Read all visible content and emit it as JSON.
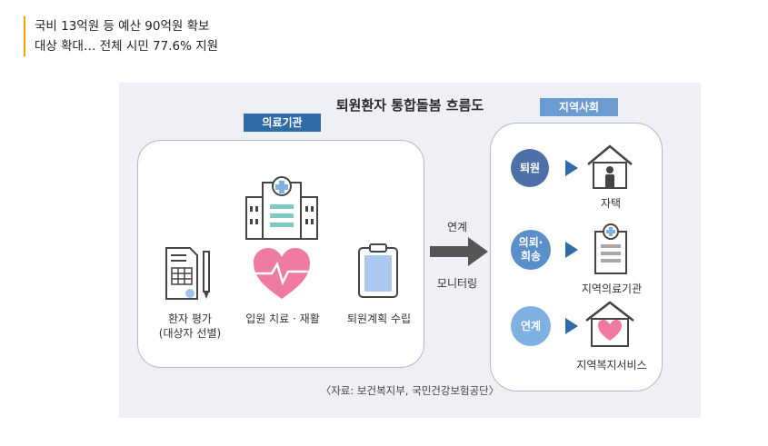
{
  "headline": {
    "line1": "국비 13억원 등 예산 90억원 확보",
    "line2": "대상 확대… 전체 시민 77.6% 지원"
  },
  "diagram": {
    "title": "퇴원환자 통합돌봄 흐름도",
    "medical": {
      "tag": "의료기관",
      "steps": [
        {
          "label": "환자 평가",
          "sub": "(대상자 선별)",
          "icon": "checklist-icon"
        },
        {
          "label": "입원 치료 · 재활",
          "icon": "hospital-heart-icon"
        },
        {
          "label": "퇴원계획 수립",
          "icon": "clipboard-icon"
        }
      ]
    },
    "arrow": {
      "top": "연계",
      "bottom": "모니터링"
    },
    "community": {
      "tag": "지역사회",
      "rows": [
        {
          "circle": "퇴원",
          "label": "자택",
          "color": "#4e6fa8"
        },
        {
          "circle": "의뢰·\n회송",
          "label": "지역의료기관",
          "color": "#5b8fc9"
        },
        {
          "circle": "연계",
          "label": "지역복지서비스",
          "color": "#7fb0e2"
        }
      ]
    },
    "source": "〈자료: 보건복지부, 국민건강보험공단〉"
  }
}
